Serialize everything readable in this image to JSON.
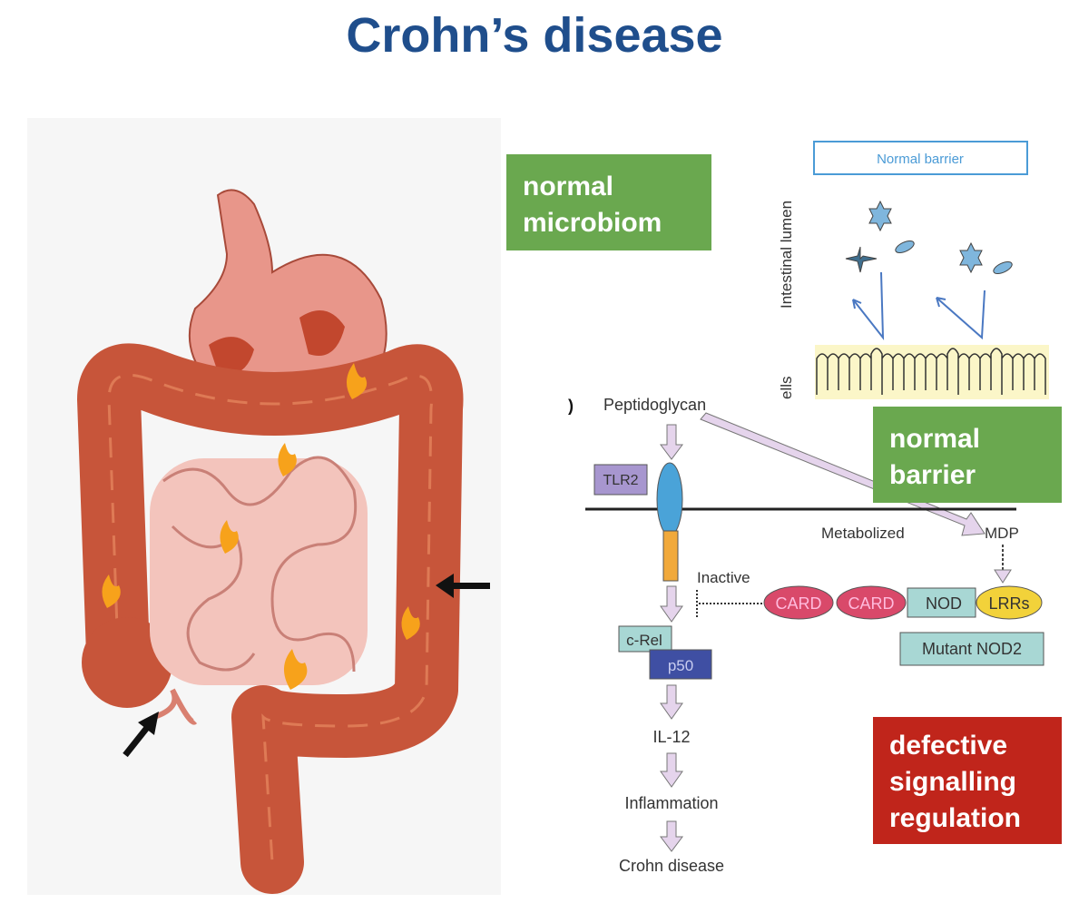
{
  "title": "Crohn’s disease",
  "labels": {
    "microbiom": [
      "normal",
      "microbiom"
    ],
    "barrier": [
      "normal",
      "barrier"
    ],
    "defective": [
      "defective",
      "signalling",
      "regulation"
    ]
  },
  "barrier_panel": {
    "header": "Normal barrier",
    "lumen_label": "Intestinal lumen",
    "cells_label": "ells"
  },
  "pathway": {
    "panel_letter": ")",
    "peptidoglycan": "Peptidoglycan",
    "tlr2": "TLR2",
    "metabolized": "Metabolized",
    "mdp": "MDP",
    "inactive": "Inactive",
    "card1": "CARD",
    "card2": "CARD",
    "nod": "NOD",
    "lrrs": "LRRs",
    "mutant": "Mutant NOD2",
    "crel": "c-Rel",
    "p50": "p50",
    "il12": "IL-12",
    "inflammation": "Inflammation",
    "crohn": "Crohn disease"
  },
  "colors": {
    "title": "#1f4e8c",
    "green": "#6aa84f",
    "red": "#c0251b"
  }
}
